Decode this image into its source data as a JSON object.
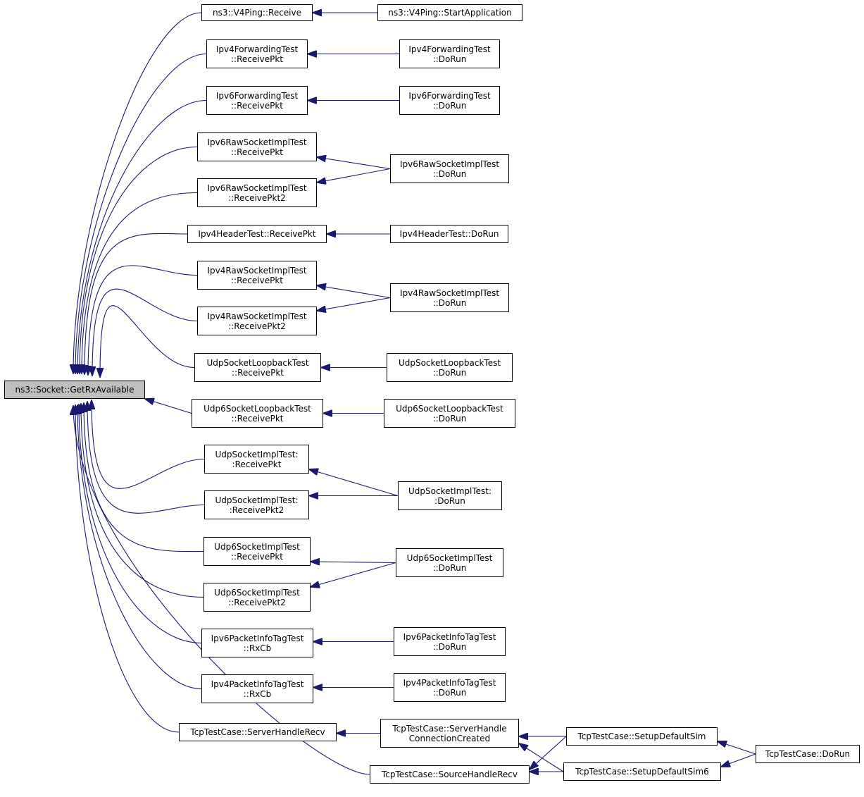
{
  "diagram": {
    "edge_color": "#191970",
    "root_fill": "#bfbfbf",
    "root": [
      "ns3::Socket::GetRxAvailable"
    ],
    "nodes": {
      "v4ping_receive": [
        "ns3::V4Ping::Receive"
      ],
      "v4ping_start": [
        "ns3::V4Ping::StartApplication"
      ],
      "ipv4fwd_recv": [
        "Ipv4ForwardingTest",
        "::ReceivePkt"
      ],
      "ipv4fwd_run": [
        "Ipv4ForwardingTest",
        "::DoRun"
      ],
      "ipv6fwd_recv": [
        "Ipv6ForwardingTest",
        "::ReceivePkt"
      ],
      "ipv6fwd_run": [
        "Ipv6ForwardingTest",
        "::DoRun"
      ],
      "ipv6raw_recv": [
        "Ipv6RawSocketImplTest",
        "::ReceivePkt"
      ],
      "ipv6raw_recv2": [
        "Ipv6RawSocketImplTest",
        "::ReceivePkt2"
      ],
      "ipv6raw_run": [
        "Ipv6RawSocketImplTest",
        "::DoRun"
      ],
      "ipv4hdr_recv": [
        "Ipv4HeaderTest::ReceivePkt"
      ],
      "ipv4hdr_run": [
        "Ipv4HeaderTest::DoRun"
      ],
      "ipv4raw_recv": [
        "Ipv4RawSocketImplTest",
        "::ReceivePkt"
      ],
      "ipv4raw_recv2": [
        "Ipv4RawSocketImplTest",
        "::ReceivePkt2"
      ],
      "ipv4raw_run": [
        "Ipv4RawSocketImplTest",
        "::DoRun"
      ],
      "udplb_recv": [
        "UdpSocketLoopbackTest",
        "::ReceivePkt"
      ],
      "udplb_run": [
        "UdpSocketLoopbackTest",
        "::DoRun"
      ],
      "udp6lb_recv": [
        "Udp6SocketLoopbackTest",
        "::ReceivePkt"
      ],
      "udp6lb_run": [
        "Udp6SocketLoopbackTest",
        "::DoRun"
      ],
      "udpimpl_recv": [
        "UdpSocketImplTest:",
        ":ReceivePkt"
      ],
      "udpimpl_recv2": [
        "UdpSocketImplTest:",
        ":ReceivePkt2"
      ],
      "udpimpl_run": [
        "UdpSocketImplTest:",
        ":DoRun"
      ],
      "udp6impl_recv": [
        "Udp6SocketImplTest",
        "::ReceivePkt"
      ],
      "udp6impl_recv2": [
        "Udp6SocketImplTest",
        "::ReceivePkt2"
      ],
      "udp6impl_run": [
        "Udp6SocketImplTest",
        "::DoRun"
      ],
      "ipv6pit_rx": [
        "Ipv6PacketInfoTagTest",
        "::RxCb"
      ],
      "ipv6pit_run": [
        "Ipv6PacketInfoTagTest",
        "::DoRun"
      ],
      "ipv4pit_rx": [
        "Ipv4PacketInfoTagTest",
        "::RxCb"
      ],
      "ipv4pit_run": [
        "Ipv4PacketInfoTagTest",
        "::DoRun"
      ],
      "tcp_server_recv": [
        "TcpTestCase::ServerHandleRecv"
      ],
      "tcp_server_conn": [
        "TcpTestCase::ServerHandle",
        "ConnectionCreated"
      ],
      "tcp_source_recv": [
        "TcpTestCase::SourceHandleRecv"
      ],
      "tcp_setup": [
        "TcpTestCase::SetupDefaultSim"
      ],
      "tcp_setup6": [
        "TcpTestCase::SetupDefaultSim6"
      ],
      "tcp_run": [
        "TcpTestCase::DoRun"
      ]
    },
    "edges": [
      [
        "v4ping_receive",
        "root"
      ],
      [
        "ipv4fwd_recv",
        "root"
      ],
      [
        "ipv6fwd_recv",
        "root"
      ],
      [
        "ipv6raw_recv",
        "root"
      ],
      [
        "ipv6raw_recv2",
        "root"
      ],
      [
        "ipv4hdr_recv",
        "root"
      ],
      [
        "ipv4raw_recv",
        "root"
      ],
      [
        "ipv4raw_recv2",
        "root"
      ],
      [
        "udplb_recv",
        "root"
      ],
      [
        "udp6lb_recv",
        "root"
      ],
      [
        "udpimpl_recv",
        "root"
      ],
      [
        "udpimpl_recv2",
        "root"
      ],
      [
        "udp6impl_recv",
        "root"
      ],
      [
        "udp6impl_recv2",
        "root"
      ],
      [
        "ipv6pit_rx",
        "root"
      ],
      [
        "ipv4pit_rx",
        "root"
      ],
      [
        "tcp_server_recv",
        "root"
      ],
      [
        "tcp_source_recv",
        "root"
      ],
      [
        "v4ping_start",
        "v4ping_receive"
      ],
      [
        "ipv4fwd_run",
        "ipv4fwd_recv"
      ],
      [
        "ipv6fwd_run",
        "ipv6fwd_recv"
      ],
      [
        "ipv6raw_run",
        "ipv6raw_recv"
      ],
      [
        "ipv6raw_run",
        "ipv6raw_recv2"
      ],
      [
        "ipv4hdr_run",
        "ipv4hdr_recv"
      ],
      [
        "ipv4raw_run",
        "ipv4raw_recv"
      ],
      [
        "ipv4raw_run",
        "ipv4raw_recv2"
      ],
      [
        "udplb_run",
        "udplb_recv"
      ],
      [
        "udp6lb_run",
        "udp6lb_recv"
      ],
      [
        "udpimpl_run",
        "udpimpl_recv"
      ],
      [
        "udpimpl_run",
        "udpimpl_recv2"
      ],
      [
        "udp6impl_run",
        "udp6impl_recv"
      ],
      [
        "udp6impl_run",
        "udp6impl_recv2"
      ],
      [
        "ipv6pit_run",
        "ipv6pit_rx"
      ],
      [
        "ipv4pit_run",
        "ipv4pit_rx"
      ],
      [
        "tcp_server_conn",
        "tcp_server_recv"
      ],
      [
        "tcp_setup",
        "tcp_server_conn"
      ],
      [
        "tcp_setup",
        "tcp_source_recv"
      ],
      [
        "tcp_setup6",
        "tcp_server_conn"
      ],
      [
        "tcp_setup6",
        "tcp_source_recv"
      ],
      [
        "tcp_run",
        "tcp_setup"
      ],
      [
        "tcp_run",
        "tcp_setup6"
      ]
    ]
  }
}
